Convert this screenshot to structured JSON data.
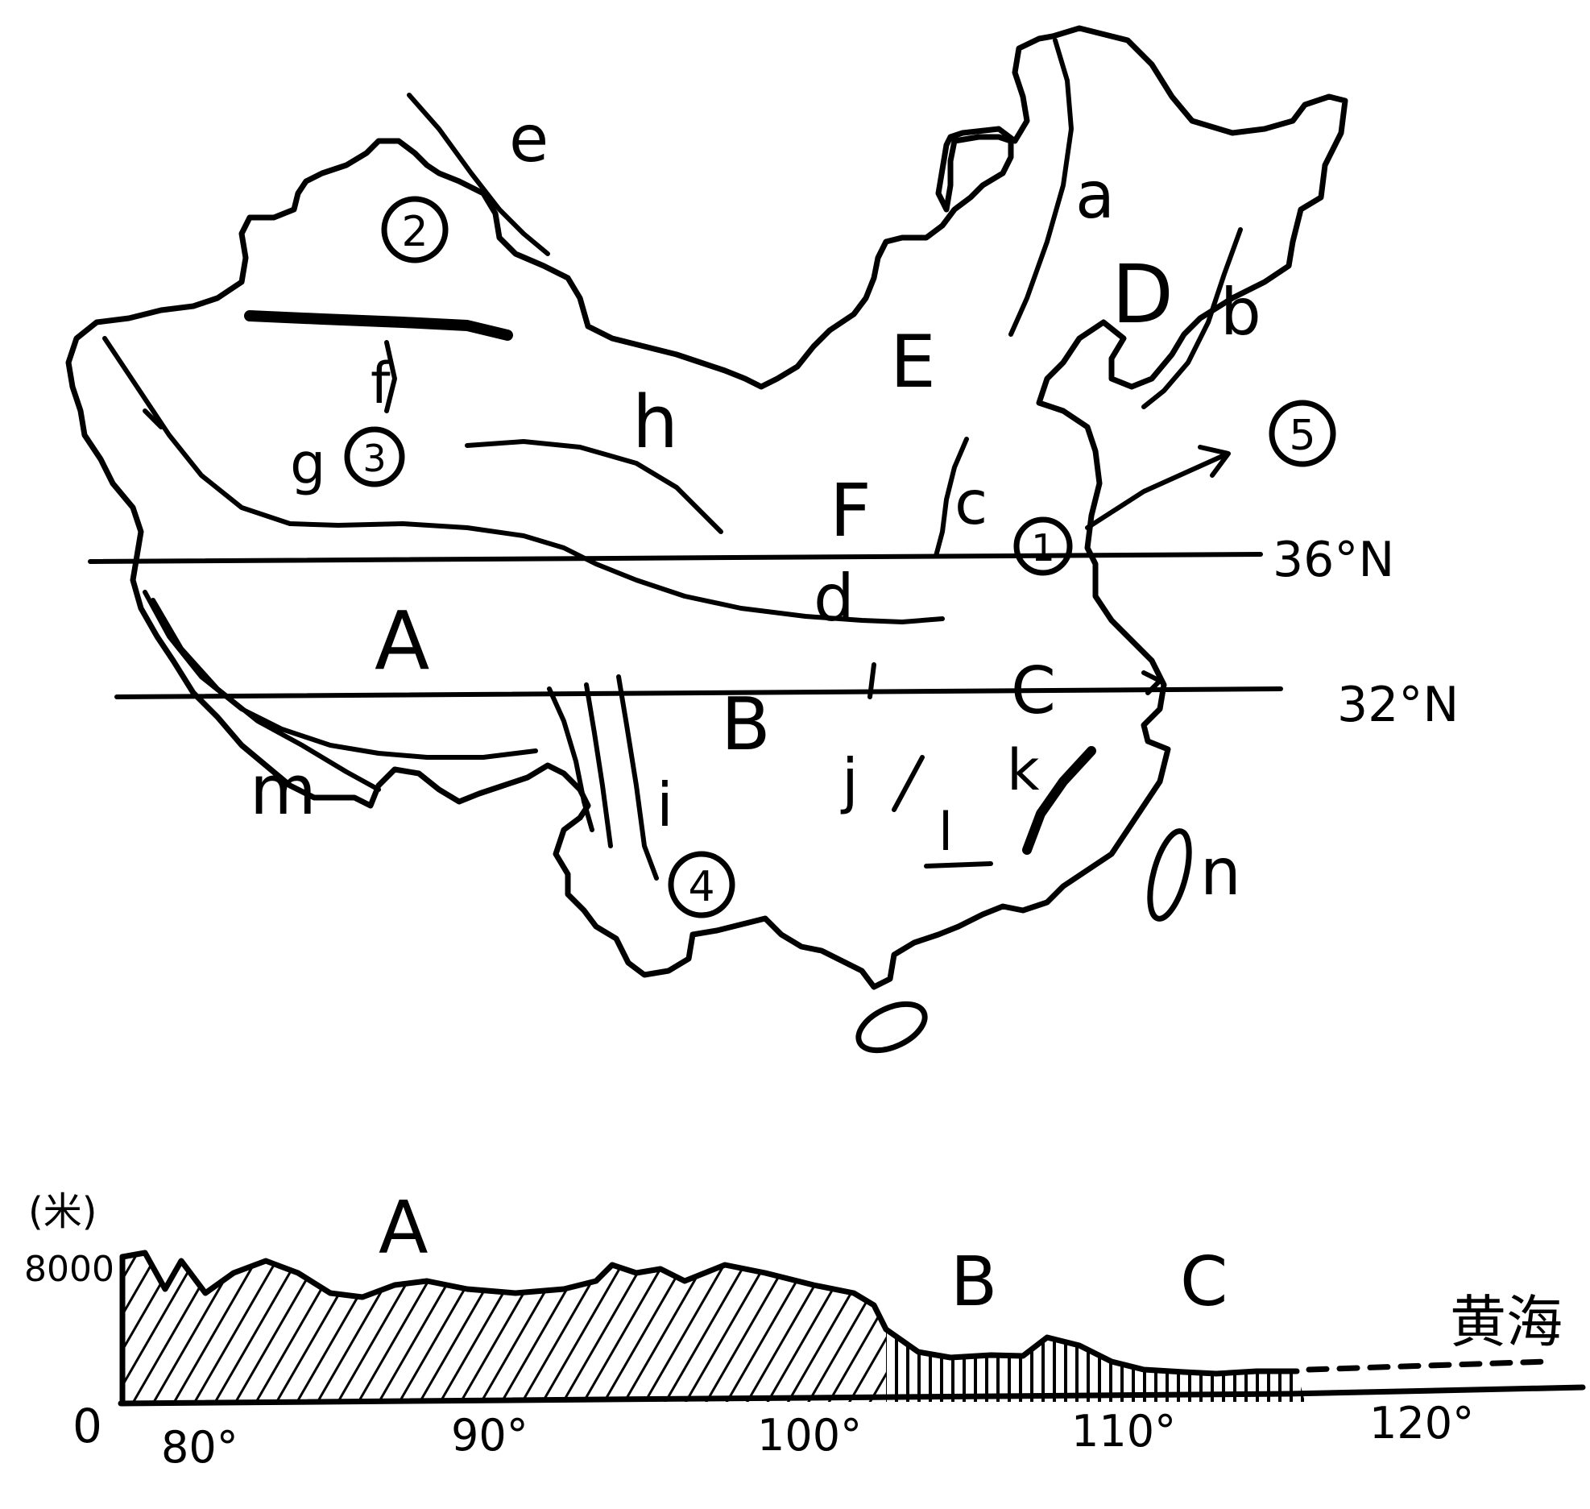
{
  "map": {
    "labels": {
      "A": "A",
      "B": "B",
      "C": "C",
      "D": "D",
      "E": "E",
      "F": "F",
      "a": "a",
      "b": "b",
      "c": "c",
      "d": "d",
      "e": "e",
      "f": "f",
      "g": "g",
      "h": "h",
      "i": "i",
      "j": "j",
      "k": "k",
      "l": "l",
      "m": "m",
      "n": "n"
    },
    "circled": {
      "c1": "1",
      "c2": "2",
      "c3": "3",
      "c4": "4",
      "c5": "5"
    },
    "latitude": {
      "n36": "36°N",
      "n32": "32°N"
    }
  },
  "profile": {
    "y_unit": "(米)",
    "y_top": "8000",
    "y_zero": "0",
    "x_ticks": [
      "80°",
      "90°",
      "100°",
      "110°",
      "120°"
    ],
    "region_labels": {
      "A": "A",
      "B": "B",
      "C": "C"
    },
    "sea": "黄海"
  }
}
